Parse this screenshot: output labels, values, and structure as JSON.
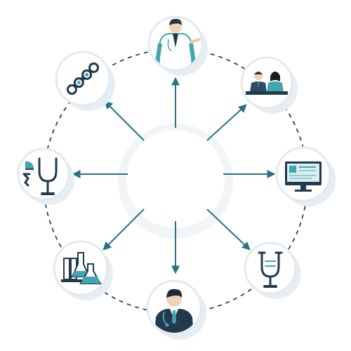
{
  "diagram": {
    "type": "hub-and-spoke",
    "center_label": "",
    "nodes": [
      {
        "id": "doctor-presenting",
        "icon": "doctor-presenting-icon"
      },
      {
        "id": "doctor-team",
        "icon": "doctor-team-icon"
      },
      {
        "id": "medical-monitor",
        "icon": "medical-record-monitor-icon"
      },
      {
        "id": "stethoscope",
        "icon": "stethoscope-icon"
      },
      {
        "id": "physician",
        "icon": "physician-icon"
      },
      {
        "id": "laboratory",
        "icon": "laboratory-flasks-icon"
      },
      {
        "id": "stethoscope-tools",
        "icon": "stethoscope-tools-icon"
      },
      {
        "id": "bone",
        "icon": "bone-implant-icon"
      }
    ]
  },
  "colors": {
    "accent": "#2a7381",
    "teal": "#3fa7ad",
    "navy": "#23394d",
    "node_bg": "#ffffff",
    "node_shadow": "#e6eef3",
    "hub": "#f1f5f8",
    "dashed_ring": "#1f2a33"
  }
}
